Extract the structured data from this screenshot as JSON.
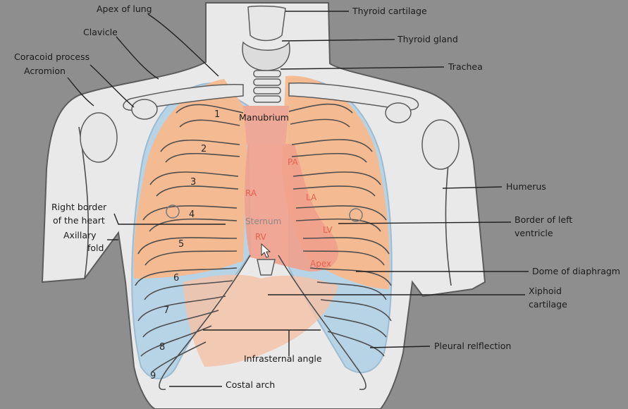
{
  "labels": {
    "apex_of_lung": "Apex of lung",
    "clavicle": "Clavicle",
    "coracoid_process": "Coracoid process",
    "acromion": "Acromion",
    "right_border_line1": "Right border",
    "right_border_line2": "of the heart",
    "axillary_line1": "Axillary",
    "axillary_line2": "fold",
    "thyroid_cartilage": "Thyroid cartilage",
    "thyroid_gland": "Thyroid gland",
    "trachea": "Trachea",
    "humerus": "Humerus",
    "border_left_line1": "Border of left",
    "border_left_line2": "ventricle",
    "dome_of_diaphragm": "Dome of diaphragm",
    "xiphoid_line1": "Xiphoid",
    "xiphoid_line2": "cartilage",
    "pleural_reflection": "Pleural relflection",
    "infrasternal_angle": "Infrasternal angle",
    "costal_arch": "Costal arch",
    "manubrium": "Manubrium",
    "sternum": "Sternum"
  },
  "heart_labels": {
    "pa": "PA",
    "ra": "RA",
    "la": "LA",
    "lv": "LV",
    "rv": "RV",
    "apex": "Apex"
  },
  "rib_numbers": [
    "1",
    "2",
    "3",
    "4",
    "5",
    "6",
    "7",
    "8",
    "9"
  ],
  "colors": {
    "background": "#8e8e8e",
    "body": "#e9e9e9",
    "lung": "#f7b98d",
    "pleura": "#b7d3e6",
    "heart": "#f1a08c",
    "heart_label": "#e4614f"
  }
}
